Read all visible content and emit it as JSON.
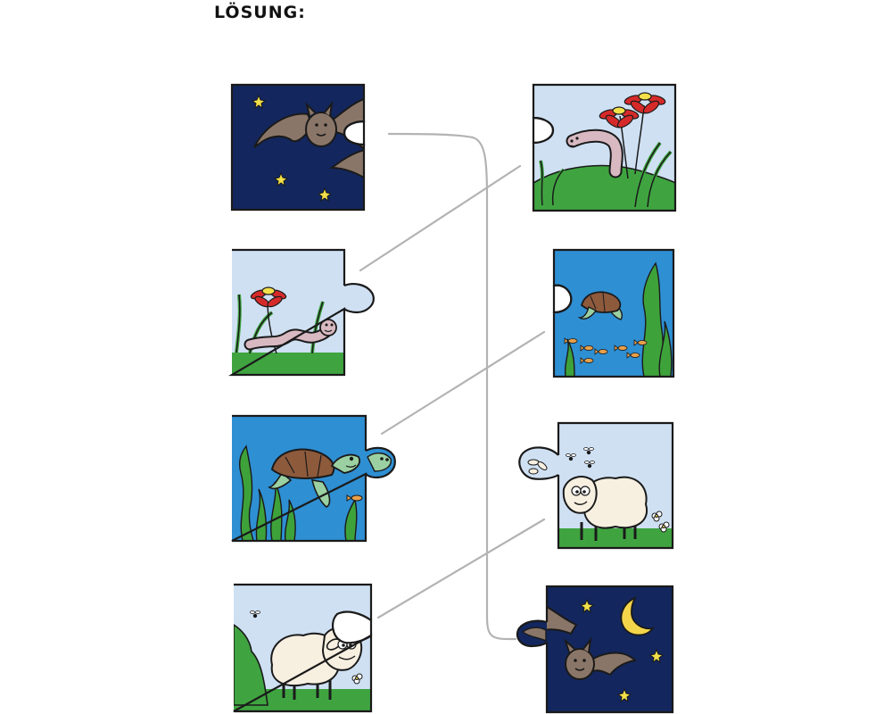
{
  "title": "LÖSUNG:",
  "colors": {
    "night": "#13275e",
    "sky": "#cfe0f3",
    "water": "#2e8fd3",
    "grass": "#3fa440",
    "outline": "#1a1a1a",
    "connector": "#b3b3b3",
    "bat": "#8a7668",
    "worm": "#d8b9c2",
    "flower": "#d62a2a",
    "turtle_shell": "#8e5a3c",
    "turtle_skin": "#9bd1a2",
    "sheep": "#f7efe0",
    "star": "#f3e04a",
    "moon": "#f5d54a",
    "fish": "#e8a04a",
    "seaweed": "#3ea23a"
  },
  "pieces": {
    "left": [
      {
        "id": "bat-left-half",
        "scene": "night",
        "icon": "bat-icon"
      },
      {
        "id": "worm-left-half",
        "scene": "meadow",
        "icon": "worm-icon"
      },
      {
        "id": "turtle-left-half",
        "scene": "water",
        "icon": "turtle-icon"
      },
      {
        "id": "sheep-left-half",
        "scene": "meadow",
        "icon": "sheep-icon"
      }
    ],
    "right": [
      {
        "id": "worm-right-half",
        "scene": "meadow",
        "icon": "worm-icon"
      },
      {
        "id": "turtle-right-half",
        "scene": "water",
        "icon": "turtle-icon"
      },
      {
        "id": "sheep-right-half",
        "scene": "meadow",
        "icon": "sheep-icon"
      },
      {
        "id": "bat-right-half",
        "scene": "night",
        "icon": "bat-icon"
      }
    ]
  },
  "matches": [
    {
      "from": "bat-left-half",
      "to": "bat-right-half"
    },
    {
      "from": "worm-left-half",
      "to": "worm-right-half"
    },
    {
      "from": "turtle-left-half",
      "to": "turtle-right-half"
    },
    {
      "from": "sheep-left-half",
      "to": "sheep-right-half"
    }
  ]
}
